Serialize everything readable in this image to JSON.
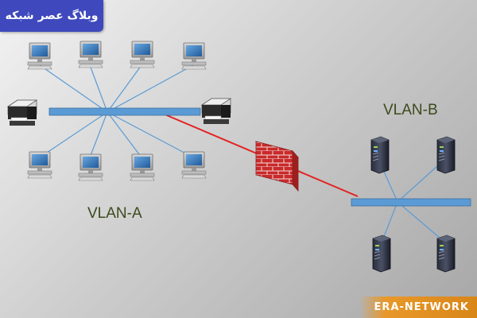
{
  "brand": {
    "badge_text": "وبلاگ عصر شبکه",
    "badge_color": "#3f49bd",
    "footer_text": "ERA-NETWORK",
    "footer_color": "#e8982a"
  },
  "diagram": {
    "vlan_a_label": "VLAN-A",
    "vlan_b_label": "VLAN-B",
    "bus_color": "#5b9bd5",
    "firewall_link_color": "#e32222",
    "vlan_a_nodes": {
      "computers": 8,
      "printers": 2
    },
    "vlan_b_nodes": {
      "servers": 4
    },
    "icons": [
      "desktop-computer-icon",
      "printer-icon",
      "firewall-icon",
      "server-icon"
    ]
  }
}
